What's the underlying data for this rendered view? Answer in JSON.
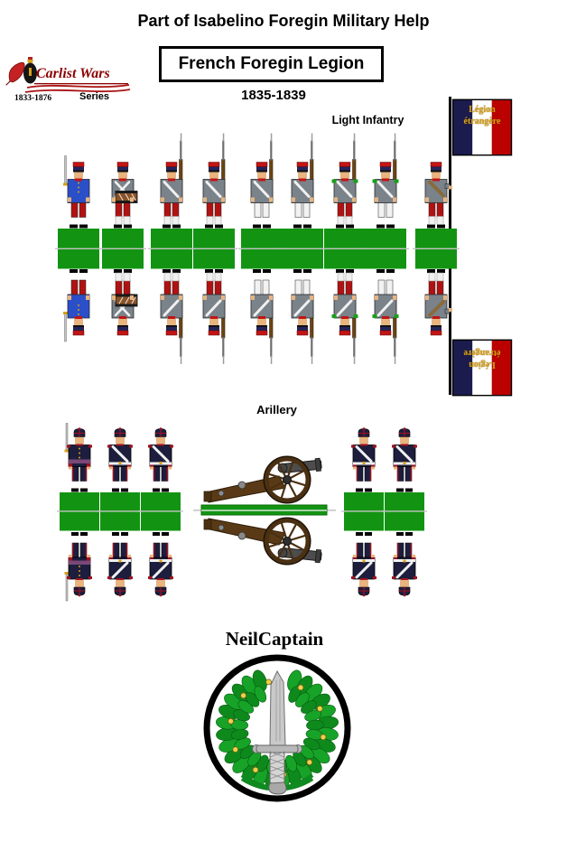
{
  "page": {
    "title": "Part of Isabelino Foregin Military Help",
    "box_title": "French Foregin Legion",
    "subtitle": "1835-1839",
    "background": "#ffffff"
  },
  "brand": {
    "name": "Carlist Wars",
    "series_label": "Series",
    "years": "1833-1876",
    "name_color": "#8b0000",
    "flourish_color": "#aa1414"
  },
  "flag": {
    "line1": "Légion",
    "line2": "étrangère",
    "text_color": "#d8a018",
    "stripe_colors": [
      "#1b1b4e",
      "#ffffff",
      "#bb0000"
    ],
    "pole_color": "#000000"
  },
  "infantry": {
    "label": "Light Infantry",
    "base_color": "#129412",
    "fold_line_color": "#c4c4c4",
    "figures": [
      {
        "name": "officer",
        "coat": "#2a4fc8",
        "trousers": "#b01212",
        "gaiters": false,
        "weapon": "sword"
      },
      {
        "name": "drummer",
        "coat": "#7a828a",
        "trousers": "#b01212",
        "gaiters": true,
        "weapon": "drum"
      },
      {
        "name": "legionnaire",
        "coat": "#7a828a",
        "trousers": "#b01212",
        "gaiters": true,
        "weapon": "musket"
      },
      {
        "name": "legionnaire",
        "coat": "#7a828a",
        "trousers": "#b01212",
        "gaiters": true,
        "weapon": "musket"
      },
      {
        "name": "legionnaire",
        "coat": "#7a828a",
        "trousers": "#f2f2f2",
        "gaiters": false,
        "weapon": "musket"
      },
      {
        "name": "legionnaire",
        "coat": "#7a828a",
        "trousers": "#f2f2f2",
        "gaiters": false,
        "weapon": "musket"
      },
      {
        "name": "legionnaire-elite",
        "coat": "#7a828a",
        "trousers": "#b01212",
        "gaiters": true,
        "weapon": "musket",
        "epaulette": "#18a018"
      },
      {
        "name": "legionnaire-elite",
        "coat": "#7a828a",
        "trousers": "#f2f2f2",
        "gaiters": false,
        "weapon": "musket",
        "epaulette": "#18a018"
      },
      {
        "name": "flag-bearer",
        "coat": "#7a828a",
        "trousers": "#b01212",
        "gaiters": true,
        "weapon": "flag"
      }
    ]
  },
  "artillery": {
    "label": "Arillery",
    "uniform_color": "#1d1d3e",
    "trim_color": "#a01020",
    "figures": [
      {
        "name": "artillery-officer",
        "weapon": "sword"
      },
      {
        "name": "gunner",
        "weapon": "none"
      },
      {
        "name": "gunner",
        "weapon": "none"
      },
      {
        "name": "gunner",
        "weapon": "none"
      },
      {
        "name": "gunner",
        "weapon": "none"
      }
    ],
    "cannon": {
      "carriage_color": "#5a3a16",
      "wheel_color": "#4a3012",
      "barrel_color": "#4d4d4d"
    }
  },
  "footer": {
    "credit": "NeilCaptain",
    "wreath_color": "#17a327",
    "acorn_color": "#ead34c",
    "sword_color": "#c9c9c9",
    "ring_color": "#000000"
  }
}
